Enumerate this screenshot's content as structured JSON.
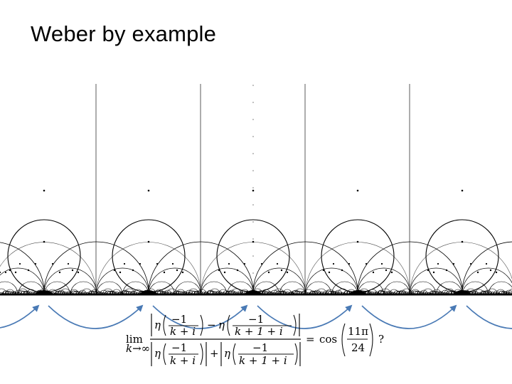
{
  "slide": {
    "title": "Weber by example"
  },
  "diagram": {
    "cell_centers": [
      62,
      209,
      356,
      503,
      650
    ],
    "arc_color": "#4a7ab5",
    "curve_color": "#000000",
    "axis_label_char": "·"
  },
  "formula": {
    "lim": "lim",
    "lim_sub": "k→∞",
    "eta": "η",
    "minus_one": "−1",
    "den_left": "k + i",
    "den_right": "k + 1 + i",
    "minus": "−",
    "plus": "+",
    "equals": "=",
    "cos": "cos",
    "rhs_num": "11π",
    "rhs_den": "24",
    "question": "?"
  }
}
